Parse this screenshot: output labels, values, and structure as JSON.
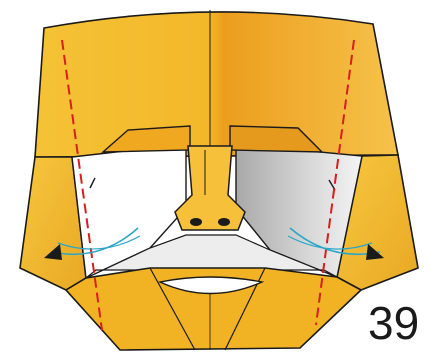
{
  "step": {
    "number": "39"
  },
  "colors": {
    "paper_front": "#F2B420",
    "paper_light": "#F8CC5A",
    "paper_deep": "#E2901C",
    "paper_back": "#FFFFFF",
    "paper_grey": "#C8C8C8",
    "fold_line": "#D81E1E",
    "outline": "#1A1A1A",
    "arrow_curve": "#2AA6C8"
  },
  "folds": {
    "valley_lines": 2,
    "action": "swing-out-both-sides"
  },
  "icons": [
    "valley-fold-line",
    "curved-arrow-left",
    "curved-arrow-right"
  ]
}
